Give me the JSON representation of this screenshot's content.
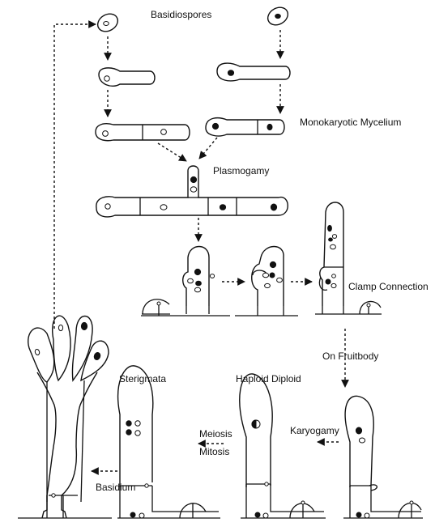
{
  "diagram": {
    "labels": {
      "basidiospores": "Basidiospores",
      "monokaryotic_mycelium": "Monokaryotic Mycelium",
      "plasmogamy": "Plasmogamy",
      "clamp_connection": "Clamp Connection",
      "on_fruitbody": "On Fruitbody",
      "sterigmata": "Sterigmata",
      "haploid_diploid": "Haploid Diploid",
      "meiosis": "Meiosis",
      "mitosis": "Mitosis",
      "karyogamy": "Karyogamy",
      "basidium": "Basidium"
    },
    "colors": {
      "ink": "#111111",
      "background": "#ffffff"
    }
  }
}
